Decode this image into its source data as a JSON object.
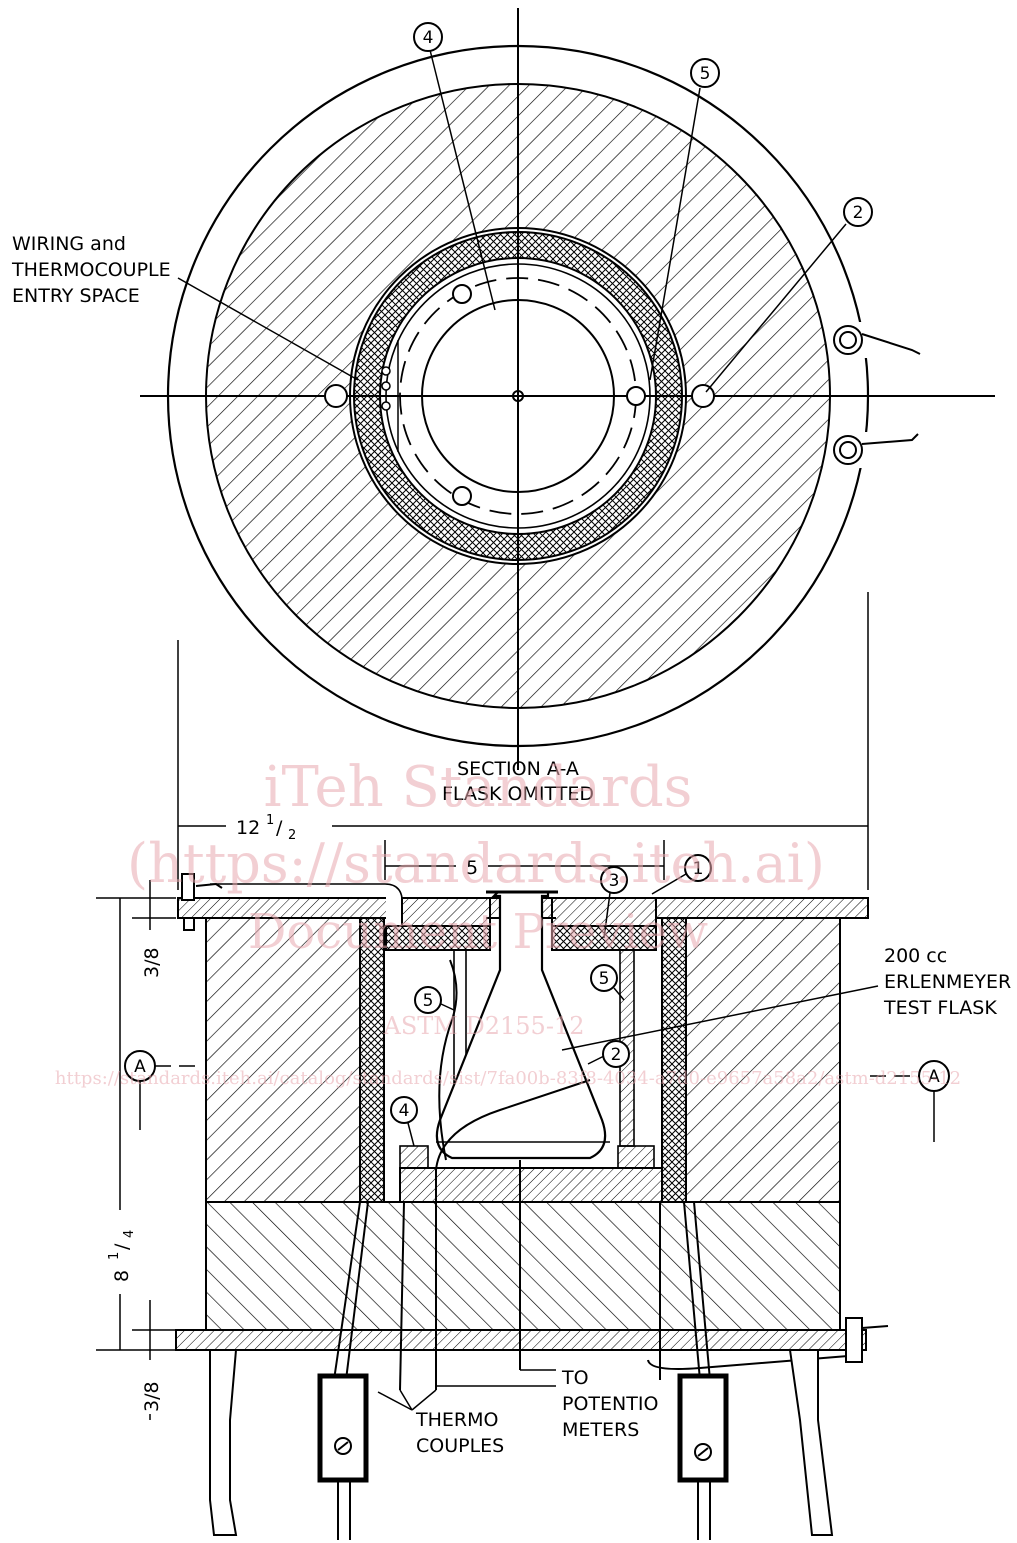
{
  "labels": {
    "wiring_line1": "WIRING and",
    "wiring_line2": "THERMOCOUPLE",
    "wiring_line3": "ENTRY SPACE",
    "section_line1": "SECTION  A-A",
    "section_line2": "FLASK OMITTED",
    "flask_line1": "200 cc",
    "flask_line2": "ERLENMEYER",
    "flask_line3": "TEST FLASK",
    "thermo_line1": "THERMO",
    "thermo_line2": "COUPLES",
    "to_line1": "TO",
    "to_line2": "POTENTIO",
    "to_line3": "METERS",
    "section_marker": "A"
  },
  "dimensions": {
    "width": "12",
    "width_sup": "1",
    "width_sub": "2",
    "inner": "5",
    "height": "8",
    "height_sup": "1",
    "height_sub": "4",
    "lid": "3/8",
    "base": "3/8"
  },
  "callouts": {
    "one": "1",
    "two": "2",
    "three": "3",
    "four": "4",
    "five": "5"
  },
  "watermark": {
    "line1": "iTeh Standards",
    "line2": "(https://standards.iteh.ai)",
    "line3": "Document Preview",
    "line4": "ASTM D2155-12",
    "line5": "https://standards.iteh.ai/catalog/standards/sist/7fa00b-83f8-4034-a7d0-e9657a58a2/astm-d2155-12"
  }
}
